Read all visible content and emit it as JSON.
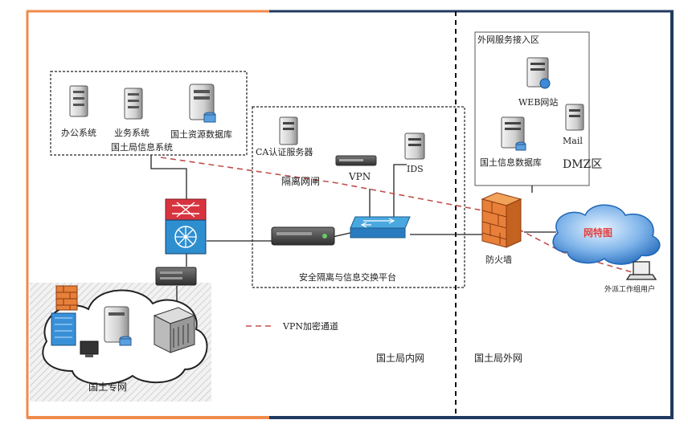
{
  "labels": {
    "office_system": "办公系统",
    "business_system": "业务系统",
    "land_resource_db": "国土资源数据库",
    "bureau_info_system": "国土局信息系统",
    "ca_server": "CA认证服务器",
    "vpn": "VPN",
    "ids": "IDS",
    "isolation_gateway": "隔离网闸",
    "secure_platform": "安全隔离与信息交换平台",
    "external_service_zone": "外网服务接入区",
    "web_site": "WEB网站",
    "land_info_db": "国土信息数据库",
    "mail": "Mail",
    "dmz": "DMZ区",
    "firewall": "防火墙",
    "internet": "网特图",
    "remote_user": "外派工作组用户",
    "vpn_tunnel": "VPN加密通道",
    "land_private_net": "国土专网",
    "bureau_intranet": "国土局内网",
    "bureau_extranet": "国土局外网"
  },
  "colors": {
    "left_border": "#f08a4b",
    "right_border": "#1f3a5f",
    "vpn_line": "#c0504d",
    "cloud": "#2f7fd0",
    "cloud_text": "#e04040"
  }
}
